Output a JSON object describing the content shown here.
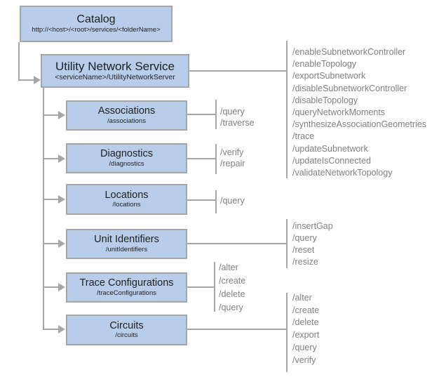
{
  "catalog": {
    "title": "Catalog",
    "subtitle": "http://<host>/<root>/services/<folderName>"
  },
  "service": {
    "title": "Utility Network Service",
    "subtitle": "<serviceName>/UtilityNetworkServer",
    "operations": [
      "/enableSubnetworkController",
      "/enableTopology",
      "/exportSubnetwork",
      "/disableSubnetworkController",
      "/disableTopology",
      "/queryNetworkMoments",
      "/synthesizeAssociationGeometries",
      "/trace",
      "/updateSubnetwork",
      "/updateIsConnected",
      "/validateNetworkTopology"
    ]
  },
  "resources": [
    {
      "title": "Associations",
      "subtitle": "/associations",
      "operations": [
        "/query",
        "/traverse"
      ]
    },
    {
      "title": "Diagnostics",
      "subtitle": "/diagnostics",
      "operations": [
        "/verify",
        "/repair"
      ]
    },
    {
      "title": "Locations",
      "subtitle": "/locations",
      "operations": [
        "/query"
      ]
    },
    {
      "title": "Unit Identifiers",
      "subtitle": "/unitIdentifiers",
      "operations": [
        "/insertGap",
        "/query",
        "/reset",
        "/resize"
      ]
    },
    {
      "title": "Trace Configurations",
      "subtitle": "/traceConfigurations",
      "operations": [
        "/alter",
        "/create",
        "/delete",
        "/query"
      ]
    },
    {
      "title": "Circuits",
      "subtitle": "/circuits",
      "operations": [
        "/alter",
        "/create",
        "/delete",
        "/export",
        "/query",
        "/verify"
      ]
    }
  ],
  "colors": {
    "box_fill": "#b8cde9",
    "box_border": "#a6a6a6",
    "line": "#a6a6a6",
    "operation_text": "#7f7f7f",
    "title_text": "#1f1f1f"
  }
}
